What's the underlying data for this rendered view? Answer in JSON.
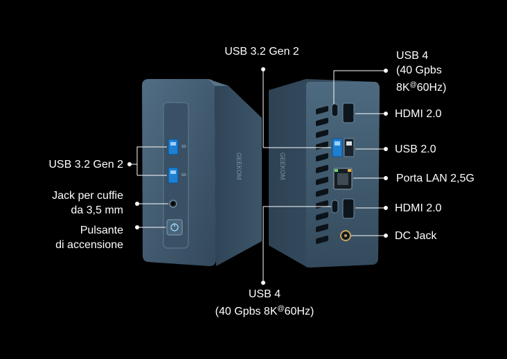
{
  "labels": {
    "usb32_top": "USB 3.2 Gen 2",
    "usb4_top_line1": "USB 4",
    "usb4_top_line2": "(40 Gpbs",
    "usb4_top_line3a": "8K",
    "usb4_top_at": "@",
    "usb4_top_line3b": "60Hz)",
    "hdmi_top": "HDMI 2.0",
    "usb20": "USB 2.0",
    "lan": "Porta LAN 2,5G",
    "hdmi_bottom": "HDMI 2.0",
    "dc_jack": "DC Jack",
    "usb4_bottom_line1": "USB 4",
    "usb4_bottom_line2a": "(40 Gpbs  8K",
    "usb4_bottom_at": "@",
    "usb4_bottom_line2b": "60Hz)",
    "usb32_left": "USB 3.2 Gen 2",
    "headphone_line1": "Jack per cuffie",
    "headphone_line2": "da 3,5 mm",
    "power_line1": "Pulsante",
    "power_line2": "di accensione"
  },
  "device": {
    "brand_text": "GEEKOM",
    "body_color": "#3f5a70",
    "port_blue": "#1f7fd0"
  }
}
